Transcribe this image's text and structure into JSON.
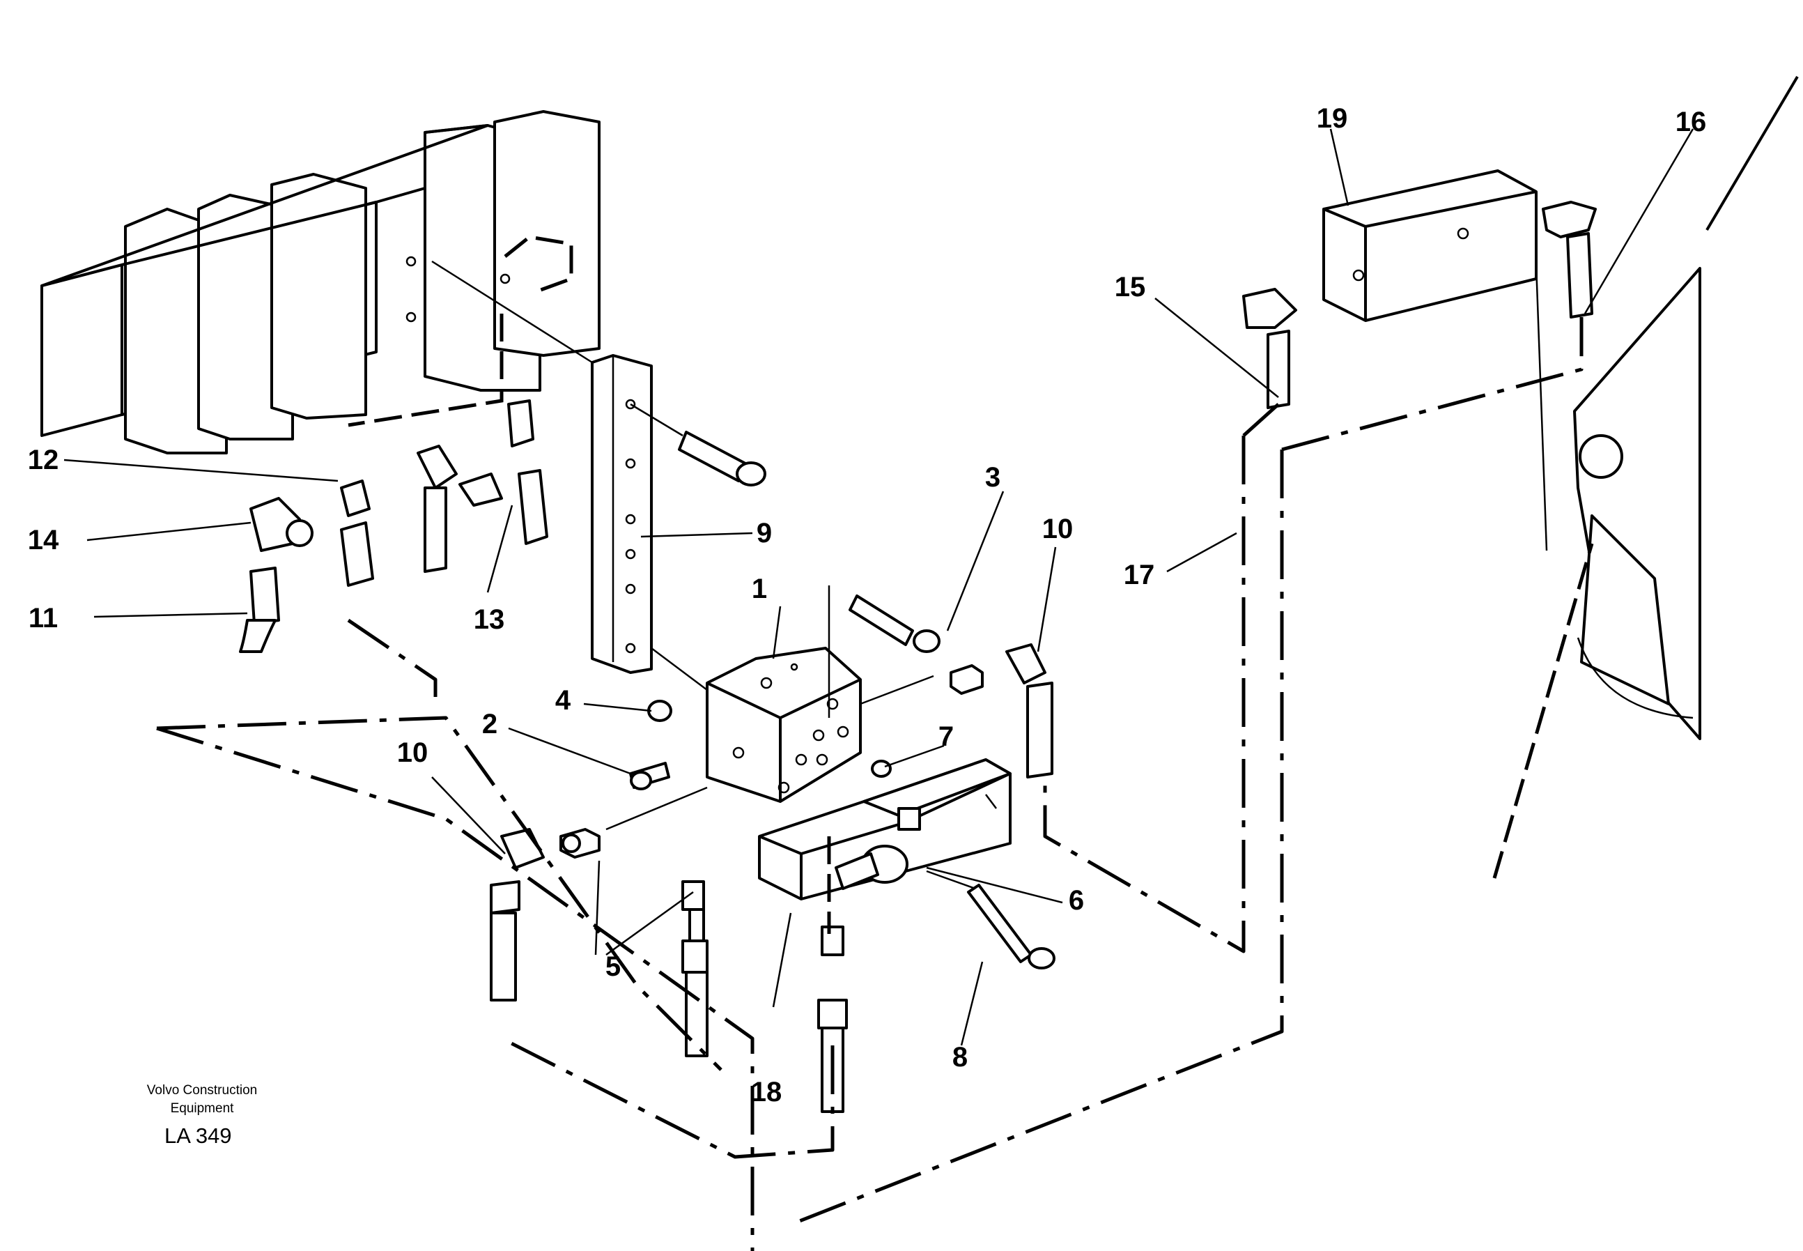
{
  "brand": {
    "line1": "Volvo Construction",
    "line2": "Equipment"
  },
  "figure_code": "LA 349",
  "callouts": [
    "1",
    "2",
    "3",
    "4",
    "5",
    "6",
    "7",
    "8",
    "9",
    "10",
    "10",
    "11",
    "12",
    "13",
    "14",
    "15",
    "16",
    "17",
    "18",
    "19"
  ]
}
